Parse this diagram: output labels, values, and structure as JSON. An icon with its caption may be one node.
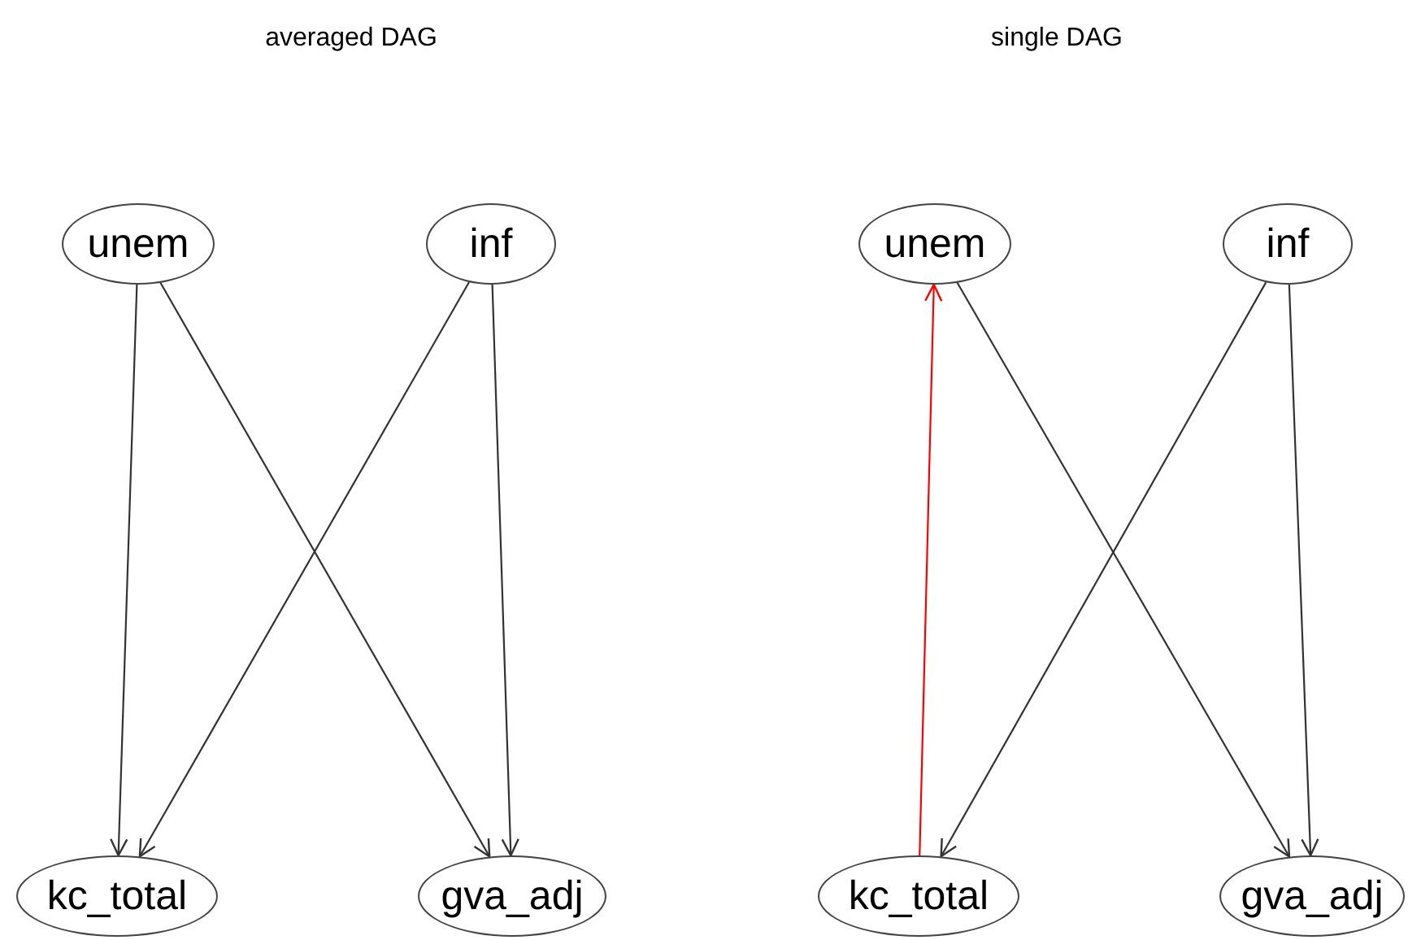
{
  "diagram": {
    "nodes": [
      {
        "text": [
          "unem"
        ]
      },
      {
        "text": [
          "inf"
        ]
      },
      {
        "text": [
          "kc_total"
        ]
      },
      {
        "text": [
          "gva_adj"
        ]
      },
      {
        "text": [
          "unem"
        ]
      },
      {
        "text": [
          "inf"
        ]
      },
      {
        "text": [
          "kc_total"
        ]
      },
      {
        "text": [
          "gva_adj"
        ]
      }
    ],
    "edges": [
      {
        "from": 0,
        "to": 2,
        "arrow": "to"
      },
      {
        "from": 0,
        "to": 3,
        "arrow": "to"
      },
      {
        "from": 1,
        "to": 2,
        "arrow": "to"
      },
      {
        "from": 1,
        "to": 3,
        "arrow": "to"
      },
      {
        "from": 6,
        "to": 4,
        "arrow": "to",
        "color": "#ff0000"
      },
      {
        "from": 4,
        "to": 7,
        "arrow": "to"
      },
      {
        "from": 5,
        "to": 6,
        "arrow": "to"
      },
      {
        "from": 5,
        "to": 7,
        "arrow": "to"
      }
    ],
    "labels": [
      "averaged DAG",
      "single DAG"
    ]
  }
}
